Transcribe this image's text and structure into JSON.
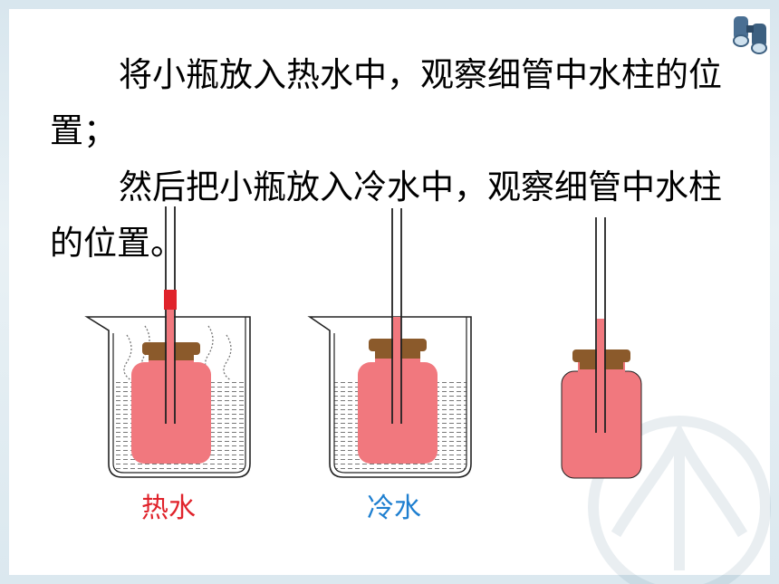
{
  "paragraphs": [
    "将小瓶放入热水中，观察细管中水柱的位置；",
    "然后把小瓶放入冷水中，观察细管中水柱的位置。"
  ],
  "captions": {
    "hot": "热水",
    "cold": "冷水"
  },
  "colors": {
    "hot_label": "#e0232b",
    "cold_label": "#1e7fd0",
    "liquid": "#f1787e",
    "stopper": "#8b5a2b"
  },
  "icons": [
    "binoculars-icon",
    "watermark-logo"
  ]
}
